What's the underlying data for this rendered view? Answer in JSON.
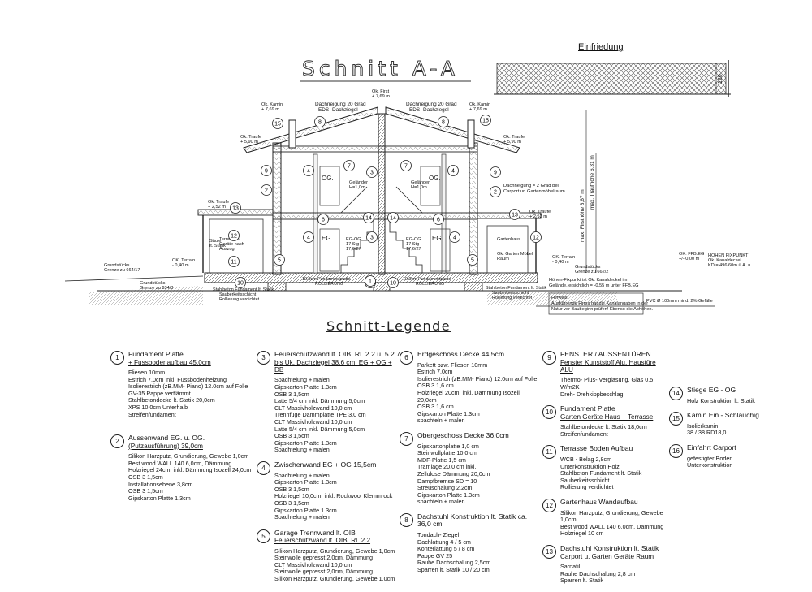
{
  "titles": {
    "section": "Schnitt A-A",
    "legend": "Schnitt-Legende",
    "fence": "Einfriedung",
    "fence_height": "120"
  },
  "levels": {
    "first": [
      "Ok. First",
      "+ 7,69 m"
    ],
    "kamin_l": [
      "Ok. Kamin",
      "+ 7,69 m"
    ],
    "kamin_r": [
      "Ok. Kamin",
      "+ 7,69 m"
    ],
    "traufe_l": [
      "Ok. Traufe",
      "+ 5,90 m"
    ],
    "traufe_r": [
      "Ok. Traufe",
      "+ 5,90 m"
    ],
    "traufe_low_l": [
      "Ok. Traufe",
      "+ 2,52 m"
    ],
    "traufe_low_r": [
      "Ok. Traufe",
      "+ 2,52 m"
    ],
    "terrain_l": [
      "OK. Terrain",
      "- 0,40 m"
    ],
    "terrain_r": [
      "OK. Terrain",
      "- 0,40 m"
    ],
    "ffb_eg": [
      "OK. FFB.EG",
      "+/- 0,00 m"
    ],
    "hoehenfixpunkt": [
      "HÖHEN FIXPUNKT",
      "Ok. Kanaldeckel",
      "KD = 496,60m ü.A. ="
    ]
  },
  "annotations": {
    "dach_l": [
      "Dachneigung 20 Grad",
      "EDS- Dachziegel"
    ],
    "dach_r": [
      "Dachneigung 20 Grad",
      "EDS- Dachziegel"
    ],
    "og": "OG.",
    "eg": "EG.",
    "eg_og": [
      "EG-OG",
      "17 Stg",
      "17,6/27"
    ],
    "gelaender": [
      "Geländer",
      "H=1,0m"
    ],
    "dach_carport": [
      "Dachneigung = 2 Grad bei",
      "Carport un Gartenmöbelraum"
    ],
    "grundstueck_l1": [
      "Grundstücks",
      "Grenze zu 664/17"
    ],
    "grundstueck_l2": [
      "Grundstücks",
      "Grenze zu 634/3"
    ],
    "grundstueck_r": [
      "Grundstücks",
      "Grenze zu 662/2"
    ],
    "fundament_l": [
      "Stahlbeton Fundament lt. Statik",
      "Sauberkeitsschicht",
      "Rollierung verdichtet"
    ],
    "fundament_r": [
      "Stahlbeton Fundament lt. Statik",
      "Sauberkeitsschicht",
      "Rollierung verdichtet"
    ],
    "kanal": [
      "Höhen-Fixpunkt ist Ok. Kanaldeckel im",
      "Gelände, ersichtlich = -0,55 m unter FFB.EG"
    ],
    "hinweis": [
      "Hinweis:",
      "Ausführende Firma hat die Kanalangaben in der",
      "Natur vor Baubeginn prüfen! Ebenso die Abhöhen."
    ],
    "pvc": "PVC Ø 100mm mind. 2% Gefälle",
    "fundament_mid": [
      "10.0cm Fundamentplatte",
      "ROLLIERUNG"
    ],
    "max_traufe": "max. Traufhöhe 6,31 m",
    "max_first": "max. Firsthöhe 8,67 m",
    "garten": [
      "Ok. Garten Möbel",
      "Raum"
    ],
    "gartenhaus": "Gartenhaus",
    "terrasse": [
      "Terrassen",
      "Geräte nach",
      "Auszug"
    ],
    "saeule": [
      "Säule",
      "lt. Statik"
    ]
  },
  "legend": [
    {
      "n": "1",
      "head": [
        "Fundament Platte",
        "+ Fussbodenaufbau 45,0cm"
      ],
      "lines": [
        "Fliesen 10mm",
        "Estrich 7,0cm inkl. Fussbodenheizung",
        "Isolierestrich (zB.MM- Piano) 12.0cm auf Folie",
        "GV-35 Pappe verflämmt",
        "Stahlbetondecke lt. Statik 20,0cm",
        "XPS 10,0cm Unterhalb",
        "Streifenfundament"
      ]
    },
    {
      "n": "2",
      "head": [
        "Aussenwand EG. u. OG.",
        "(Putzausführung) 39,0cm"
      ],
      "lines": [
        "Silikon Harzputz, Grundierung, Gewebe 1,0cm",
        "Best wood WALL  140  6,0cm, Dämmung",
        "Holzriegel 24cm, inkl. Dämmung Isozell 24,0cm",
        "OSB 3  1,5cm",
        "Installationsebene 3,8cm",
        "OSB 3  1,5cm",
        "Gipskarton Platte 1.3cm"
      ]
    },
    {
      "n": "3",
      "head": [
        "Feuerschutzwand lt. OIB. RL  2.2 u. 5.2.7",
        "bis Uk. Dachziegel  38,6 cm, EG + OG + DB"
      ],
      "lines": [
        "Spachtelung + malen",
        "Gipskarton Platte 1.3cm",
        "OSB 3  1,5cm",
        "Latte 5/4 cm inkl. Dämmung 5,0cm",
        "CLT  Massivholzwand 10,0 cm",
        "Trennfuge Dämmplatte TPE 3,0 cm",
        "CLT  Massivholzwand 10,0 cm",
        "Latte 5/4 cm inkl. Dämmung 5,0cm",
        "OSB 3  1,5cm",
        "Gipskarton Platte 1.3cm",
        "Spachtelung + malen"
      ]
    },
    {
      "n": "4",
      "head": [
        "Zwischenwand EG + OG  15,5cm"
      ],
      "lines": [
        "Spachtelung + malen",
        "Gipskarton Platte 1.3cm",
        "OSB 3  1,5cm",
        "Holzriegel 10,0cm, inkl. Rockwool Klemmrock",
        "OSB 3  1,5cm",
        "Gipskarton Platte 1.3cm",
        "Spachtelung + malen"
      ]
    },
    {
      "n": "5",
      "head": [
        "Garage Trennwand lt. OIB",
        "Feuerschutzwand lt. OIB. RL  2.2"
      ],
      "lines": [
        "Silikon Harzputz, Grundierung, Gewebe 1,0cm",
        "Steinwolle gepresst 2,0cm, Dämmung",
        "CLT  Massivholzwand 10,0 cm",
        "Steinwolle gepresst 2,0cm, Dämmung",
        "Silikon Harzputz, Grundierung, Gewebe 1,0cm"
      ]
    },
    {
      "n": "6",
      "head": [
        "Erdgeschoss Decke 44,5cm"
      ],
      "lines": [
        "Parkett bzw. Fliesen 10mm",
        "Estrich 7,0cm",
        "Isolierestrich (zB.MM- Piano) 12.0cm auf Folie",
        "OSB 3  1,6 cm",
        "Holzriegel 20cm, inkl. Dämmung Isozell 20,0cm",
        "OSB 3  1,6 cm",
        "Gipskarton Platte 1.3cm",
        "spachteln + malen"
      ]
    },
    {
      "n": "7",
      "head": [
        "Obergeschoss Decke 36,0cm"
      ],
      "lines": [
        "Gipskartonplatte 1,0 cm",
        "Steinwollplatte 10,0 cm",
        "MDF-Platte 1,5 cm",
        "Tramlage 20,0 cm inkl.",
        "Zellulose Dämmung 20,0cm",
        "Dampfbremse SD = 10",
        "Streuschalung 2,2cm",
        "Gipskarton Platte 1.3cm",
        "spachteln + malen"
      ]
    },
    {
      "n": "8",
      "head": [
        "Dachstuhl Konstruktion lt. Statik ca. 36,0 cm"
      ],
      "lines": [
        "Tondach- Ziegel",
        "Dachlattung 4 / 5 cm",
        "Konterlattung 5 / 8 cm",
        "Pappe GV 25",
        "Rauhe Dachschalung 2,5cm",
        "Sparren lt. Statik 10 / 20 cm"
      ]
    },
    {
      "n": "9",
      "head": [
        "FENSTER / AUSSENTÜREN",
        "Fenster Kunststoff Alu, Haustüre ALU"
      ],
      "lines": [
        "Thermo- Plus- Verglasung, Glas 0,5 W/m2K",
        "Dreh- Drehkippbeschlag"
      ]
    },
    {
      "n": "10",
      "head": [
        "Fundament Platte",
        "Garten Geräte Haus + Terrasse"
      ],
      "lines": [
        "Stahlbetondecke lt. Statik 18,0cm",
        "Streifenfundament"
      ]
    },
    {
      "n": "11",
      "head": [
        "Terrasse Boden Aufbau"
      ],
      "lines": [
        "WCB - Belag 2,8cm",
        "Unterkonstruktion Holz",
        "Stahlbeton Fundament lt. Statik",
        "Sauberkeitsschicht",
        "Rollierung verdichtet"
      ]
    },
    {
      "n": "12",
      "head": [
        "Gartenhaus Wandaufbau"
      ],
      "lines": [
        "Silikon Harzputz, Grundierung, Gewebe 1,0cm",
        "Best wood WALL  140  6,0cm, Dämmung",
        "Holzriegel 10 cm"
      ]
    },
    {
      "n": "13",
      "head": [
        "Dachstuhl Konstruktion lt. Statik",
        "Carport u. Garten Geräte Raum"
      ],
      "lines": [
        "Sarnafil",
        "Rauhe Dachschalung 2,8 cm",
        "Sparren lt. Statik"
      ]
    },
    {
      "n": "14",
      "head": [
        "Stiege EG - OG"
      ],
      "lines": [
        "Holz Konstruktion lt. Statik"
      ]
    },
    {
      "n": "15",
      "head": [
        "Kamin Ein - Schläuchig"
      ],
      "lines": [
        "Isolierkamin",
        "38 / 38 RD18,0"
      ]
    },
    {
      "n": "16",
      "head": [
        "Einfahrt Carport"
      ],
      "lines": [
        "gefestigter Boden",
        "Unterkonstruktion"
      ]
    }
  ]
}
